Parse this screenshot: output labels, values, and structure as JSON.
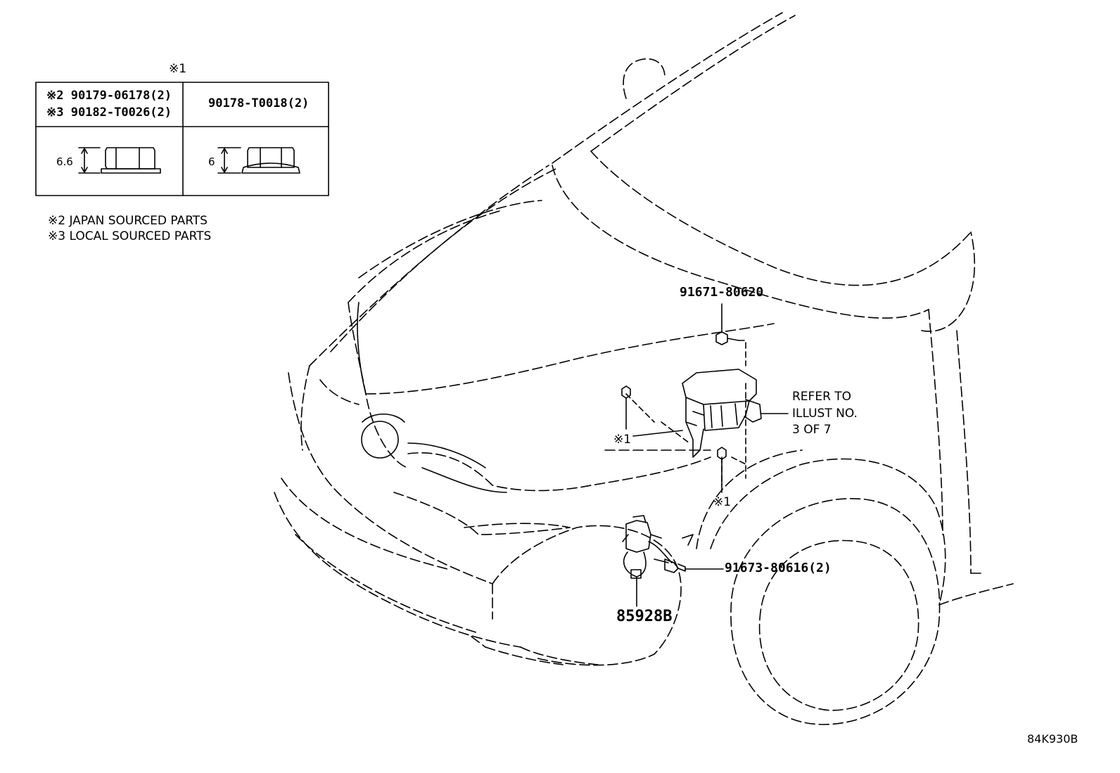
{
  "table": {
    "title_mark": "※1",
    "row1_left_line1": "※2 90179-06178(2)",
    "row1_left_line2": "※3 90182-T0026(2)",
    "row1_right": "90178-T0018(2)",
    "dim_left": "6.6",
    "dim_right": "6"
  },
  "notes": {
    "note2": "※2 JAPAN SOURCED PARTS",
    "note3": "※3 LOCAL SOURCED PARTS"
  },
  "callouts": {
    "bolt_top": "91671-80620",
    "refer_line1": "REFER TO",
    "refer_line2": "ILLUST NO.",
    "refer_line3": "3 OF 7",
    "mark_left": "※1",
    "mark_right": "※1",
    "bolt_bottom": "91673-80616(2)",
    "sensor": "85928B"
  },
  "illustration_code": "84K930B"
}
